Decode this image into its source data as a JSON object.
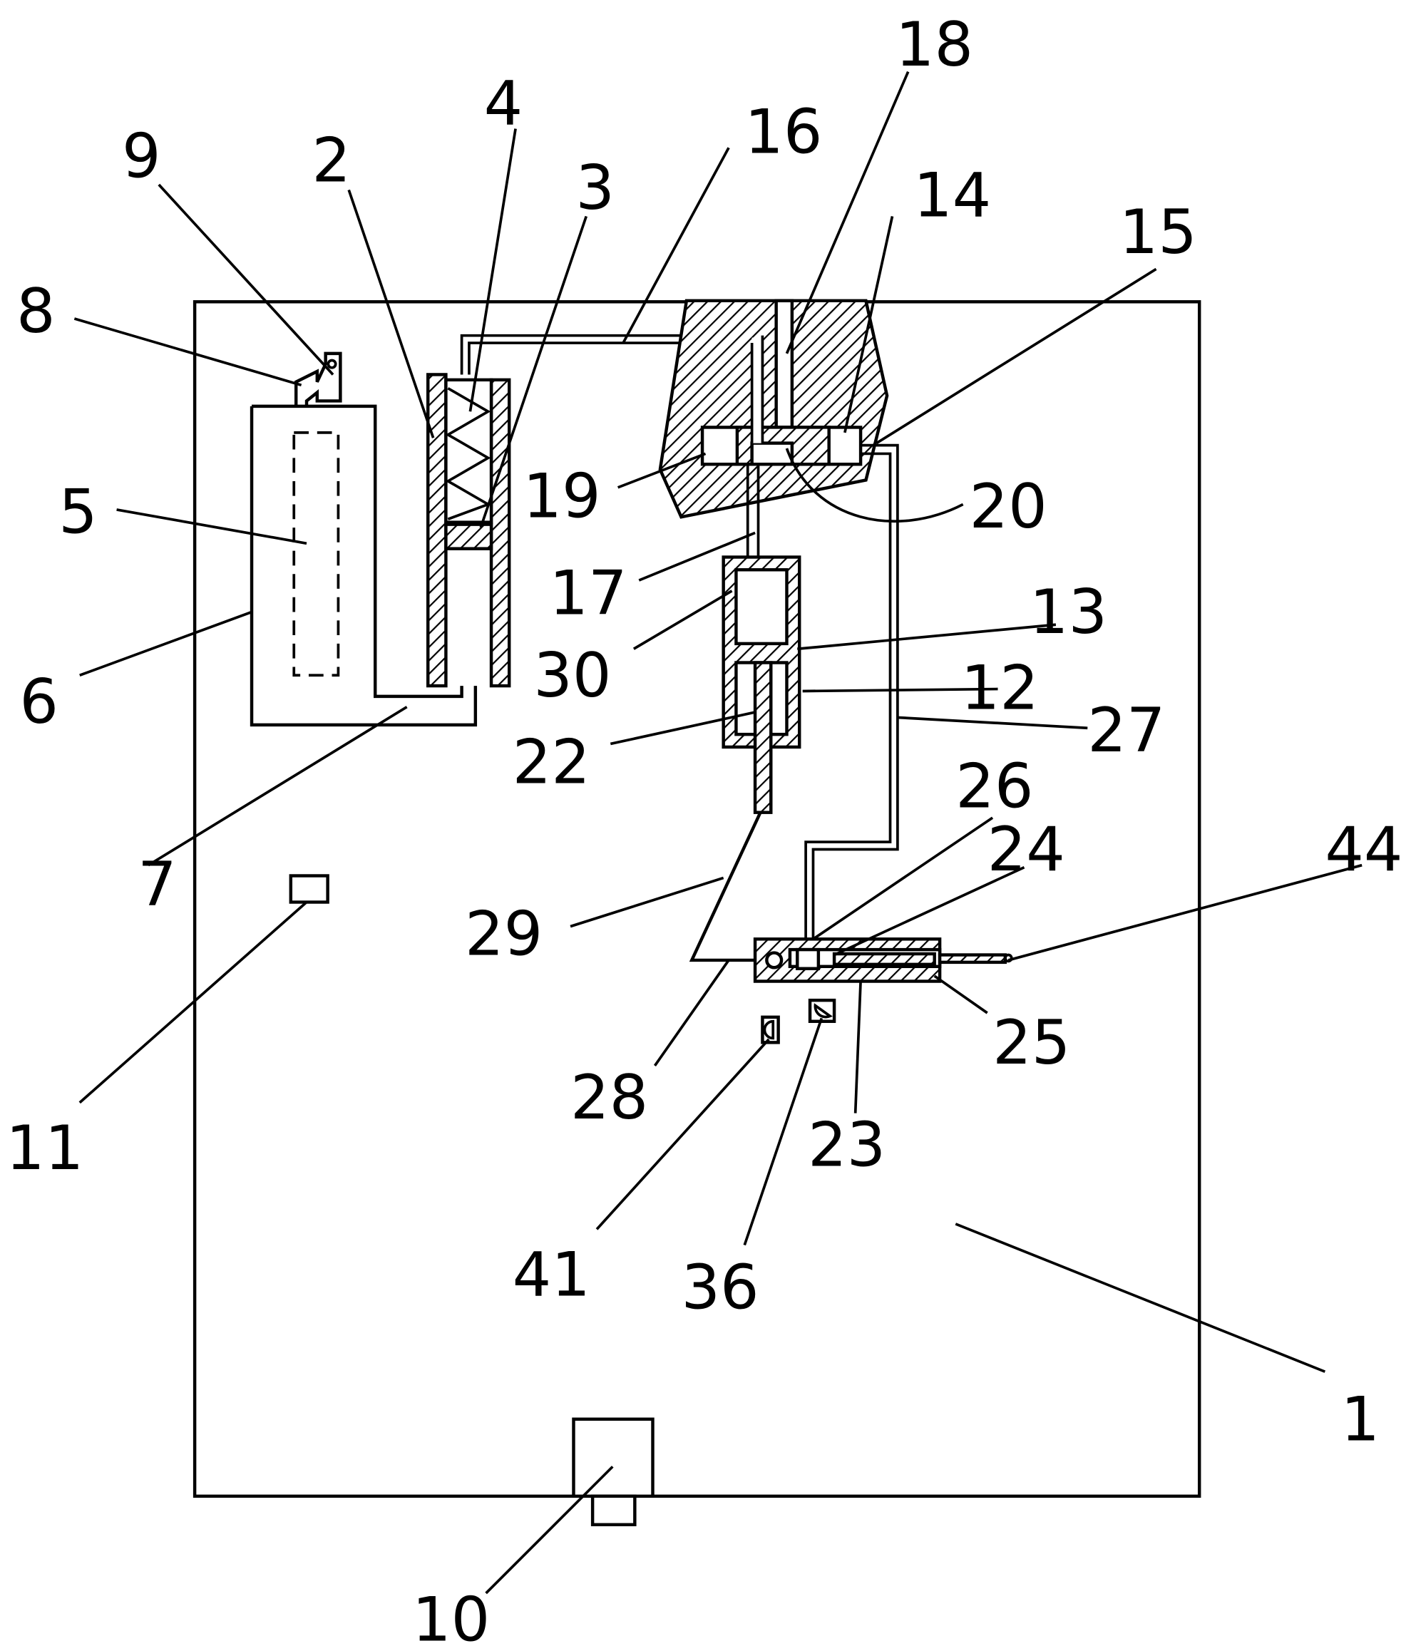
{
  "labels": {
    "l1": "1",
    "l2": "2",
    "l3": "3",
    "l4": "4",
    "l5": "5",
    "l6": "6",
    "l7": "7",
    "l8": "8",
    "l9": "9",
    "l10": "10",
    "l11": "11",
    "l12": "12",
    "l13": "13",
    "l14": "14",
    "l15": "15",
    "l16": "16",
    "l17": "17",
    "l18": "18",
    "l19": "19",
    "l20": "20",
    "l22": "22",
    "l23": "23",
    "l24": "24",
    "l25": "25",
    "l26": "26",
    "l27": "27",
    "l28": "28",
    "l29": "29",
    "l30": "30",
    "l36": "36",
    "l41": "41",
    "l44": "44"
  }
}
